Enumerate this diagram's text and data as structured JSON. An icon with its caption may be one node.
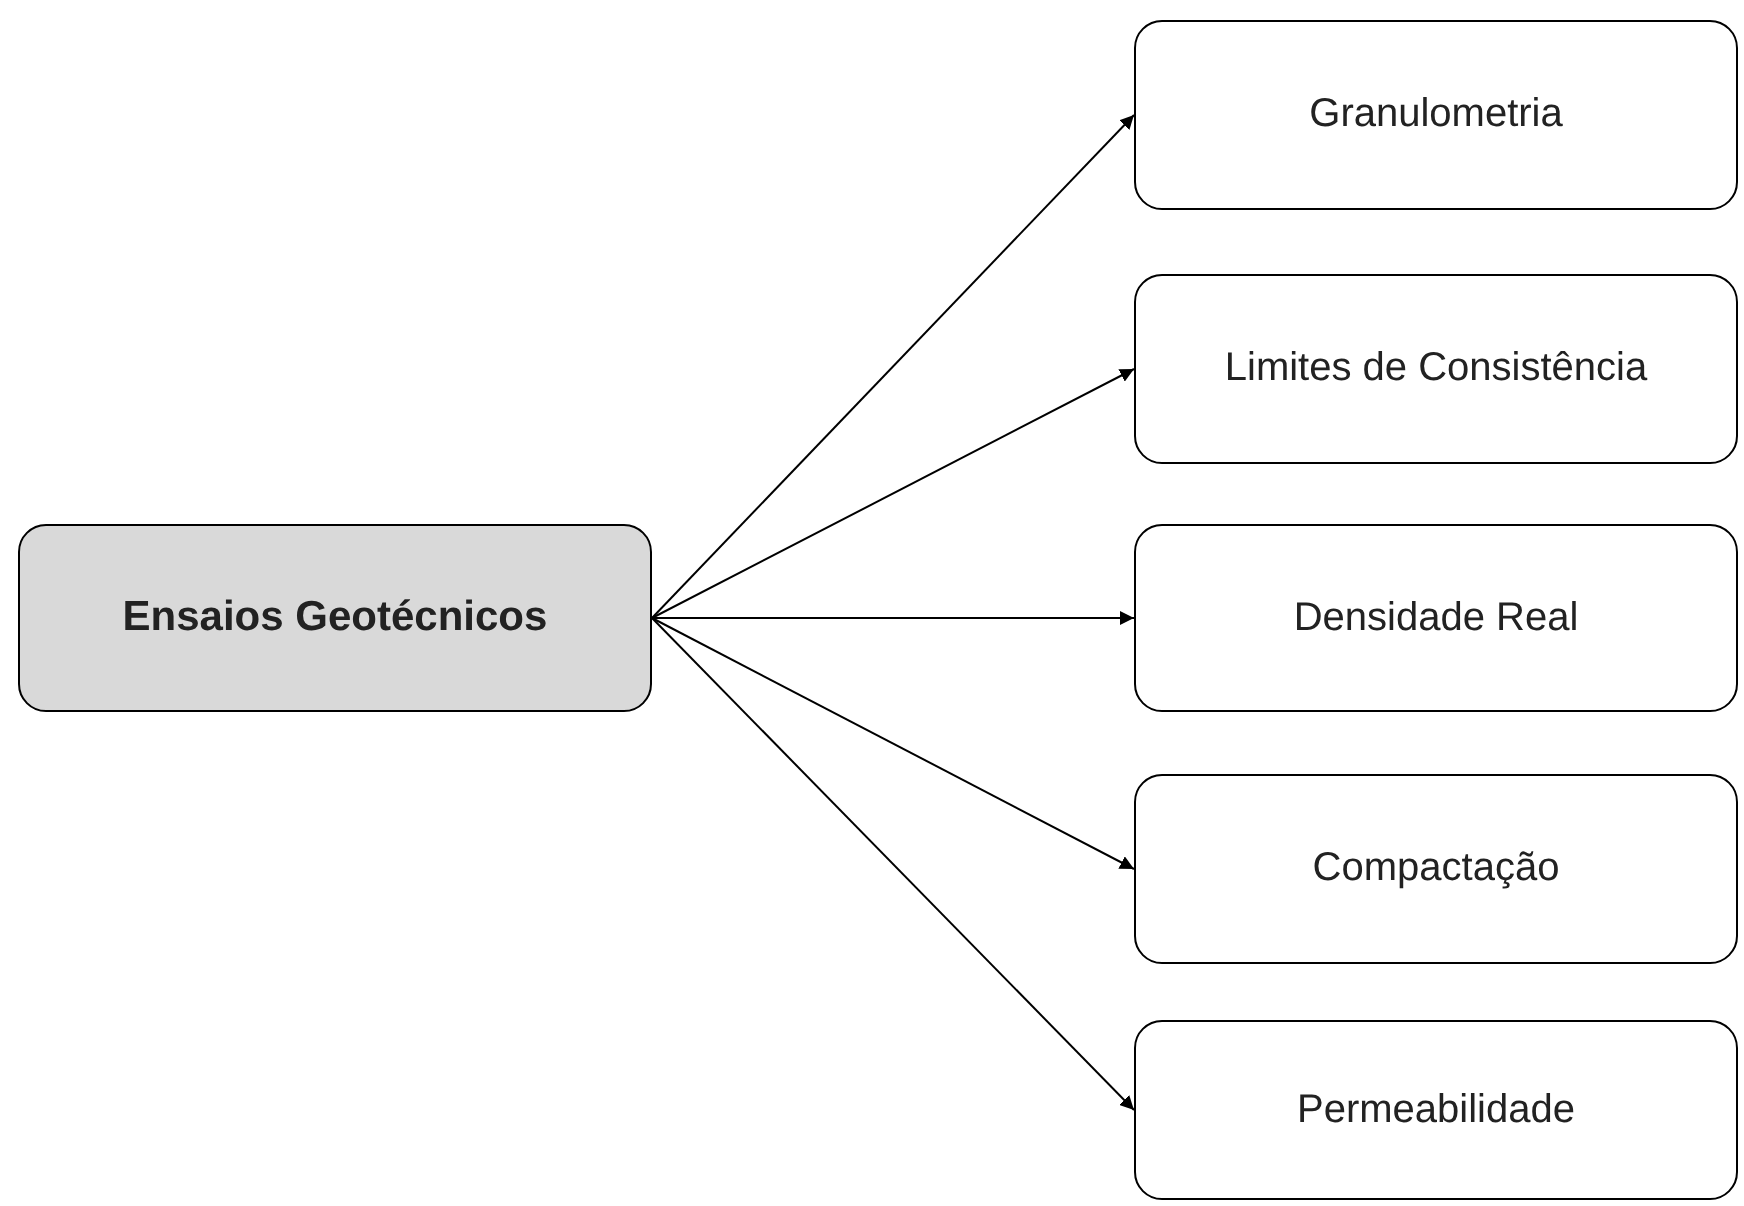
{
  "diagram": {
    "nodes": [
      {
        "text": [
          "Ensaios Geotécnicos"
        ]
      },
      {
        "text": [
          "Granulometria"
        ]
      },
      {
        "text": [
          "Limites de Consistência"
        ]
      },
      {
        "text": [
          "Densidade Real"
        ]
      },
      {
        "text": [
          "Compactação"
        ]
      },
      {
        "text": [
          "Permeabilidade"
        ]
      }
    ],
    "edges": [
      {
        "from": 0,
        "to": 1,
        "arrow": "to"
      },
      {
        "from": 0,
        "to": 2,
        "arrow": "to"
      },
      {
        "from": 0,
        "to": 3,
        "arrow": "to"
      },
      {
        "from": 0,
        "to": 4,
        "arrow": "to"
      },
      {
        "from": 0,
        "to": 5,
        "arrow": "to"
      }
    ]
  }
}
